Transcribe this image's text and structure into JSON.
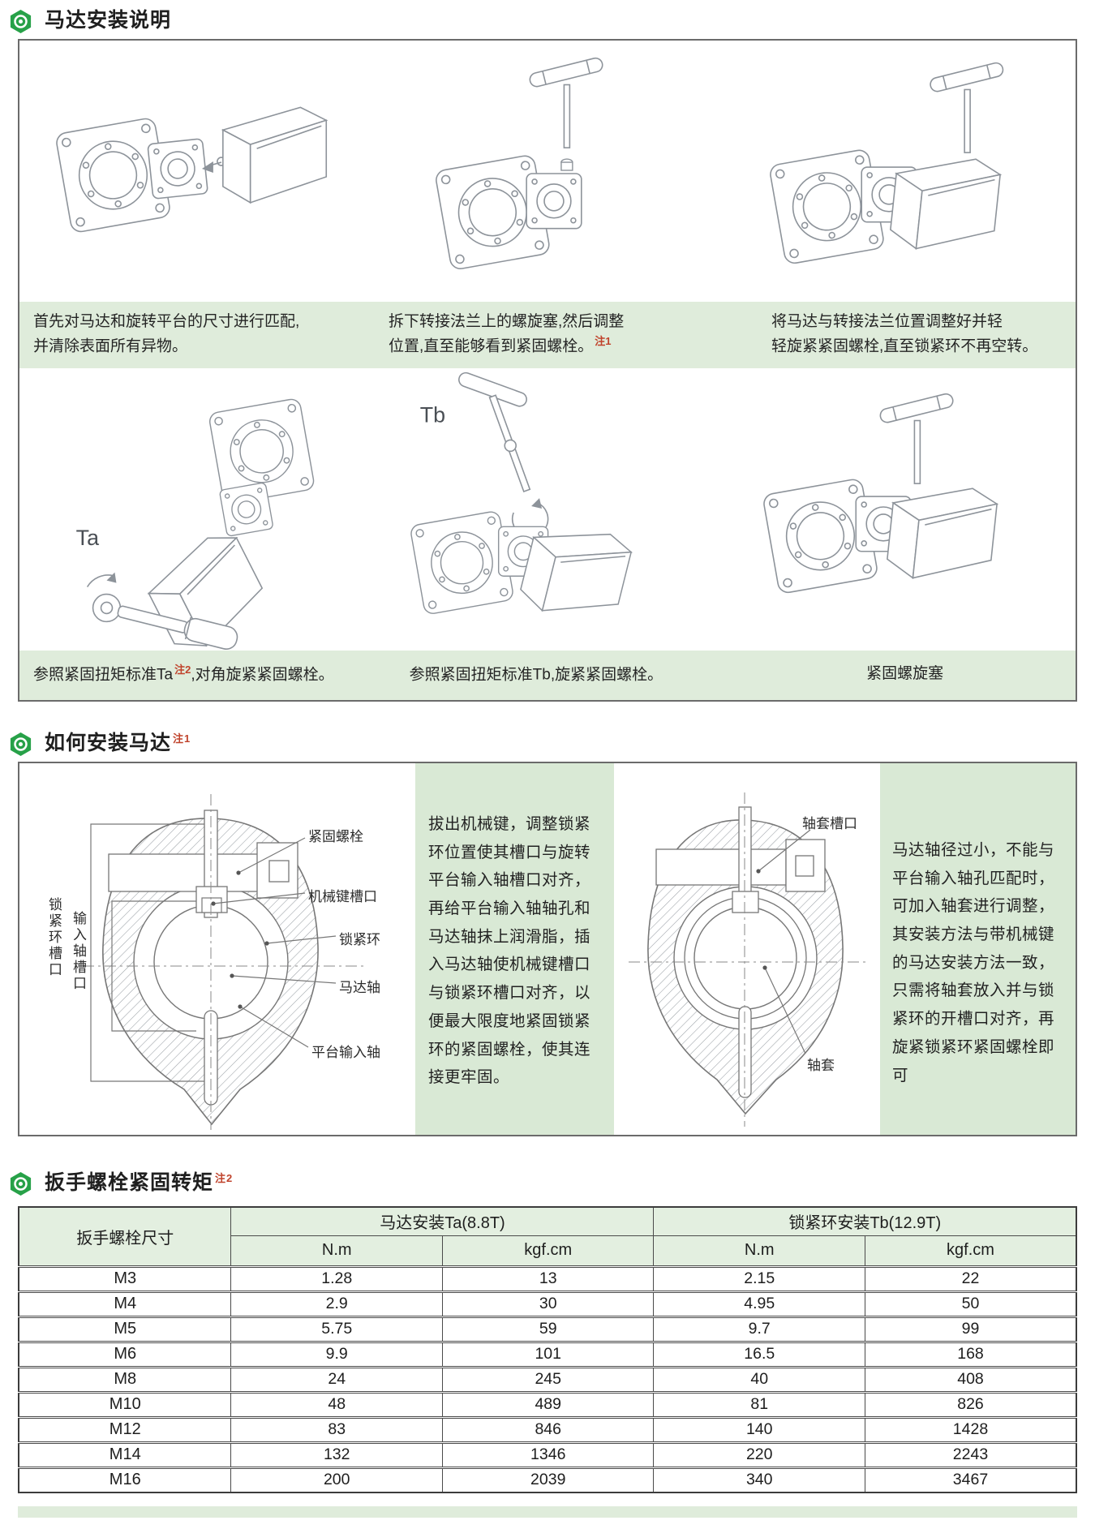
{
  "colors": {
    "accent_green": "#2aa34b",
    "band_green": "#dfecdb",
    "panel_green": "#d9e9d5",
    "note_red": "#c0432c"
  },
  "section1": {
    "title": "马达安装说明",
    "panels": [
      {
        "line1": "首先对马达和旋转平台的尺寸进行匹配,",
        "line2": "并清除表面所有异物。",
        "note": ""
      },
      {
        "line1": "拆下转接法兰上的螺旋塞,然后调整",
        "line2": "位置,直至能够看到紧固螺栓。",
        "note": "注1"
      },
      {
        "line1": "将马达与转接法兰位置调整好并轻",
        "line2": "轻旋紧紧固螺栓,直至锁紧环不再空转。",
        "note": ""
      },
      {
        "pre": "参照紧固扭矩标准Ta",
        "note": "注2",
        "post": ",对角旋紧紧固螺栓。",
        "fig_label": "Ta"
      },
      {
        "pre": "参照紧固扭矩标准Tb,旋紧紧固螺栓。",
        "note": "",
        "post": "",
        "fig_label": "Tb"
      },
      {
        "pre": "紧固螺旋塞",
        "note": "",
        "post": ""
      }
    ]
  },
  "section2": {
    "title": "如何安装马达",
    "title_note": "注1",
    "left_labels": {
      "clamp_bolt": "紧固螺栓",
      "key_slot": "机械键槽口",
      "lock_ring": "锁紧环",
      "motor_shaft": "马达轴",
      "platform_shaft": "平台输入轴",
      "ring_slot": "锁紧环槽口",
      "input_slot": "输入轴槽口"
    },
    "mid_text": "拔出机械键，调整锁紧环位置使其槽口与旋转平台输入轴槽口对齐，再给平台输入轴轴孔和马达轴抹上润滑脂，插入马达轴使机械键槽口与锁紧环槽口对齐，以便最大限度地紧固锁紧环的紧固螺栓，使其连接更牢固。",
    "right_labels": {
      "sleeve_slot": "轴套槽口",
      "sleeve": "轴套"
    },
    "right_text": "马达轴径过小，不能与平台输入轴孔匹配时，可加入轴套进行调整，其安装方法与带机械键的马达安装方法一致，只需将轴套放入并与锁紧环的开槽口对齐，再旋紧锁紧环紧固螺栓即可"
  },
  "section3": {
    "title": "扳手螺栓紧固转矩",
    "title_note": "注2",
    "table": {
      "col1_header": "扳手螺栓尺寸",
      "group1": "马达安装Ta(8.8T)",
      "group2": "锁紧环安装Tb(12.9T)",
      "sub_headers": [
        "N.m",
        "kgf.cm",
        "N.m",
        "kgf.cm"
      ],
      "rows": [
        {
          "size": "M3",
          "values": [
            "1.28",
            "13",
            "2.15",
            "22"
          ]
        },
        {
          "size": "M4",
          "values": [
            "2.9",
            "30",
            "4.95",
            "50"
          ]
        },
        {
          "size": "M5",
          "values": [
            "5.75",
            "59",
            "9.7",
            "99"
          ]
        },
        {
          "size": "M6",
          "values": [
            "9.9",
            "101",
            "16.5",
            "168"
          ]
        },
        {
          "size": "M8",
          "values": [
            "24",
            "245",
            "40",
            "408"
          ]
        },
        {
          "size": "M10",
          "values": [
            "48",
            "489",
            "81",
            "826"
          ]
        },
        {
          "size": "M12",
          "values": [
            "83",
            "846",
            "140",
            "1428"
          ]
        },
        {
          "size": "M14",
          "values": [
            "132",
            "1346",
            "220",
            "2243"
          ]
        },
        {
          "size": "M16",
          "values": [
            "200",
            "2039",
            "340",
            "3467"
          ]
        }
      ]
    }
  }
}
